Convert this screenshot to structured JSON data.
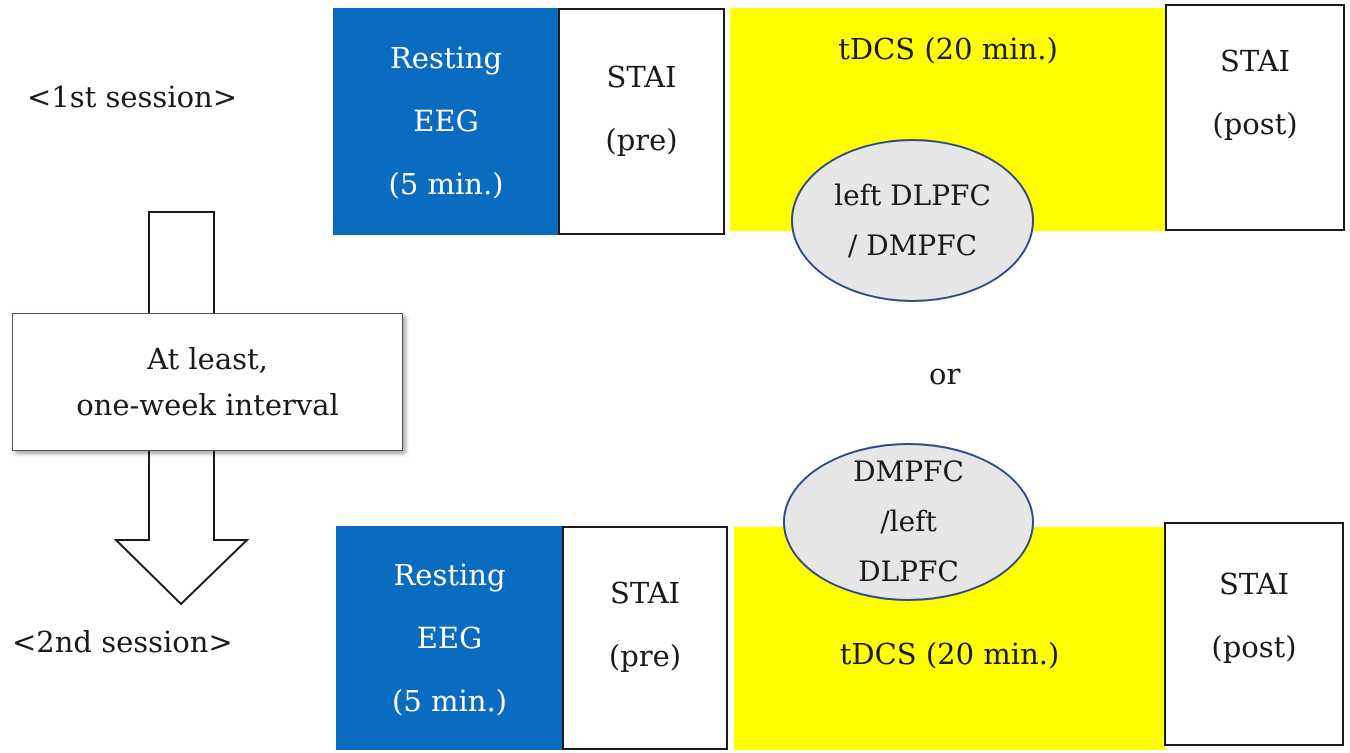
{
  "session1": {
    "label": "<1st session>",
    "resting": [
      "Resting",
      "EEG",
      "(5 min.)"
    ],
    "stai_pre": [
      "STAI",
      "(pre)"
    ],
    "tdcs": "tDCS (20 min.)",
    "target": [
      "left DLPFC",
      "/ DMPFC"
    ],
    "stai_post": [
      "STAI",
      "(post)"
    ]
  },
  "interval": [
    "At least,",
    "one-week interval"
  ],
  "or": "or",
  "session2": {
    "label": "<2nd session>",
    "resting": [
      "Resting",
      "EEG",
      "(5 min.)"
    ],
    "stai_pre": [
      "STAI",
      "(pre)"
    ],
    "tdcs": "tDCS (20 min.)",
    "target": [
      "DMPFC",
      "/left",
      "DLPFC"
    ],
    "stai_post": [
      "STAI",
      "(post)"
    ]
  },
  "colors": {
    "eeg_blue": "#0a6cc0",
    "tdcs_yellow": "#ffff00",
    "ellipse_fill": "#e6e6e6",
    "ellipse_border": "#2c4a8a"
  }
}
